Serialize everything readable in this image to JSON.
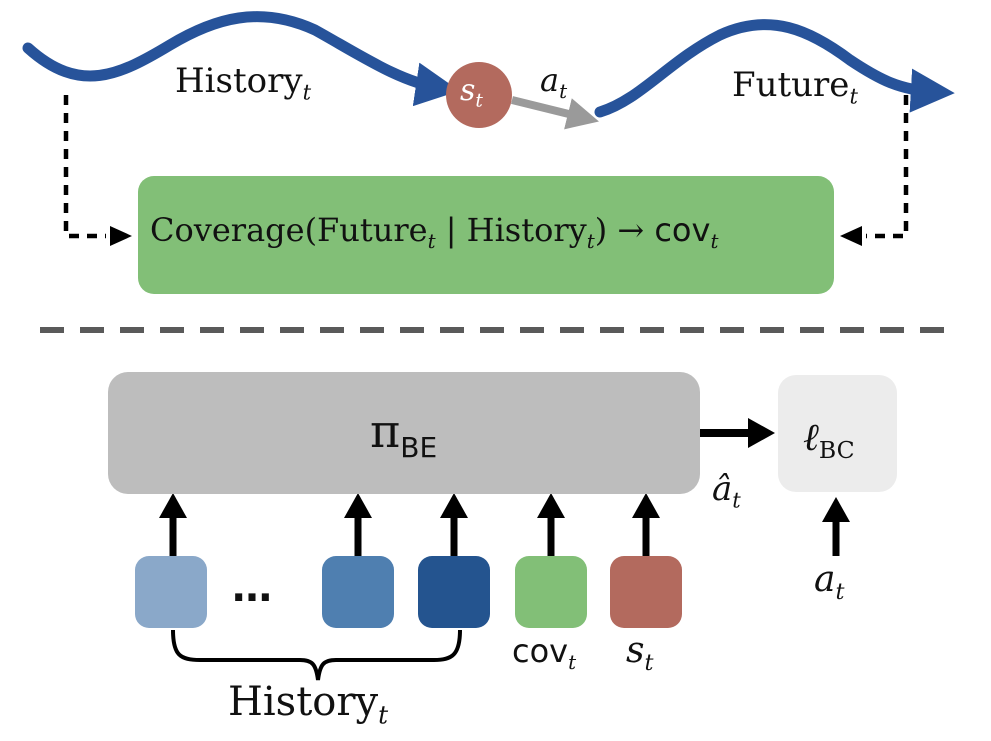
{
  "colors": {
    "trajectory": "#27539a",
    "state_node": "#b36a5e",
    "action_arrow": "#9a9a9a",
    "coverage_box": "#82bf77",
    "policy_box": "#bdbdbd",
    "loss_box": "#ececec",
    "history_tokens": [
      "#8aa8c9",
      "#4f7fb0",
      "#24548f"
    ],
    "cov_token": "#82bf77",
    "state_token": "#b36a5e"
  },
  "top": {
    "history": {
      "base": "History",
      "sub": "t"
    },
    "state": {
      "base": "s",
      "sub": "t"
    },
    "action": {
      "base": "a",
      "sub": "t"
    },
    "future": {
      "base": "Future",
      "sub": "t"
    },
    "coverage": {
      "func": "Coverage(",
      "arg1_base": "Future",
      "arg1_sub": "t",
      "sep": " | ",
      "arg2_base": "History",
      "arg2_sub": "t",
      "close": ")",
      "arrow": " → ",
      "out_base": "cov",
      "out_sub": "t"
    }
  },
  "bottom": {
    "policy": {
      "base": "π",
      "sub": "BE"
    },
    "predicted_action": {
      "base": "â",
      "sub": "t"
    },
    "loss": {
      "base": "ℓ",
      "sub": "BC"
    },
    "target_action": {
      "base": "a",
      "sub": "t"
    },
    "ellipsis": "…",
    "cov_token_label": {
      "base": "cov",
      "sub": "t"
    },
    "state_token_label": {
      "base": "s",
      "sub": "t"
    },
    "history_label": {
      "base": "History",
      "sub": "t"
    }
  }
}
